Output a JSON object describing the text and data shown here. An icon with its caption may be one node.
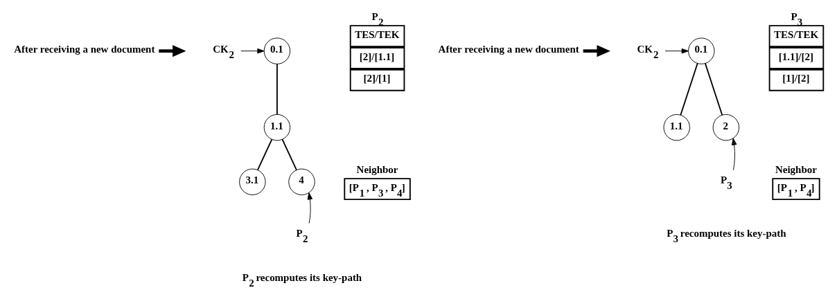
{
  "diagram": {
    "nodes": [
      {
        "text": [
          "After receiving a new document"
        ]
      },
      {
        "text": [
          "CK$_{2}$"
        ]
      },
      {
        "text": [
          "0.1"
        ]
      },
      {
        "text": [
          "1.1"
        ]
      },
      {
        "text": [
          "3.1"
        ]
      },
      {
        "text": [
          "4"
        ]
      },
      {
        "text": [
          "P$_{2}$"
        ]
      },
      {
        "text": [
          "P$_{2}$",
          "TES/TEK",
          "[2]/[1.1]",
          "[2]/[1]"
        ]
      },
      {
        "text": [
          "Neighbor",
          "[P$_{1}$ , P$_{3}$ , P$_{4}$]"
        ]
      },
      {
        "text": [
          "After receiving a new document"
        ]
      },
      {
        "text": [
          "CK$_{2}$"
        ]
      },
      {
        "text": [
          "0.1"
        ]
      },
      {
        "text": [
          "1.1"
        ]
      },
      {
        "text": [
          "2"
        ]
      },
      {
        "text": [
          "P$_{3}$"
        ]
      },
      {
        "text": [
          "P$_{3}$",
          "TES/TEK",
          "[1.1]/[2]",
          "[1]/[2]"
        ]
      },
      {
        "text": [
          "Neighbor",
          "[P$_{1}$ , P$_{4}$]"
        ]
      }
    ],
    "edges": [
      {
        "from": 0,
        "to": null,
        "arrow": "to",
        "style": "thick"
      },
      {
        "from": 1,
        "to": 2,
        "arrow": "to"
      },
      {
        "from": 2,
        "to": 3,
        "arrow": "none"
      },
      {
        "from": 3,
        "to": 4,
        "arrow": "none"
      },
      {
        "from": 3,
        "to": 5,
        "arrow": "none"
      },
      {
        "from": 6,
        "to": 5,
        "arrow": "to"
      },
      {
        "from": 9,
        "to": null,
        "arrow": "to",
        "style": "thick"
      },
      {
        "from": 10,
        "to": 11,
        "arrow": "to"
      },
      {
        "from": 11,
        "to": 12,
        "arrow": "none"
      },
      {
        "from": 11,
        "to": 13,
        "arrow": "none"
      },
      {
        "from": 14,
        "to": 13,
        "arrow": "to"
      }
    ],
    "labels": [
      "P$_{2}$ recomputes its key-path",
      "P$_{3}$ recomputes its key-path"
    ]
  }
}
